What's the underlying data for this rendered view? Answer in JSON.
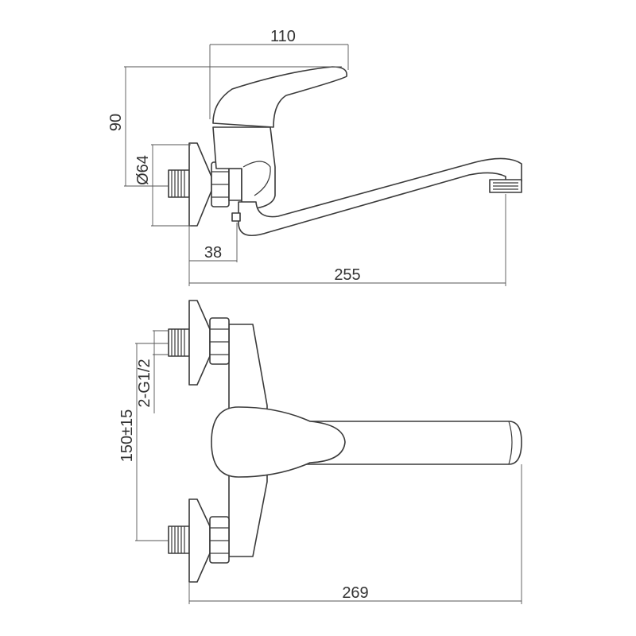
{
  "dimensions": {
    "handle_length": "110",
    "height": "90",
    "flange_diameter": "Ø64",
    "inlet_offset": "38",
    "spout_reach": "255",
    "thread": "2-G1/2",
    "inlet_spacing": "150±15",
    "overall_length": "269"
  }
}
